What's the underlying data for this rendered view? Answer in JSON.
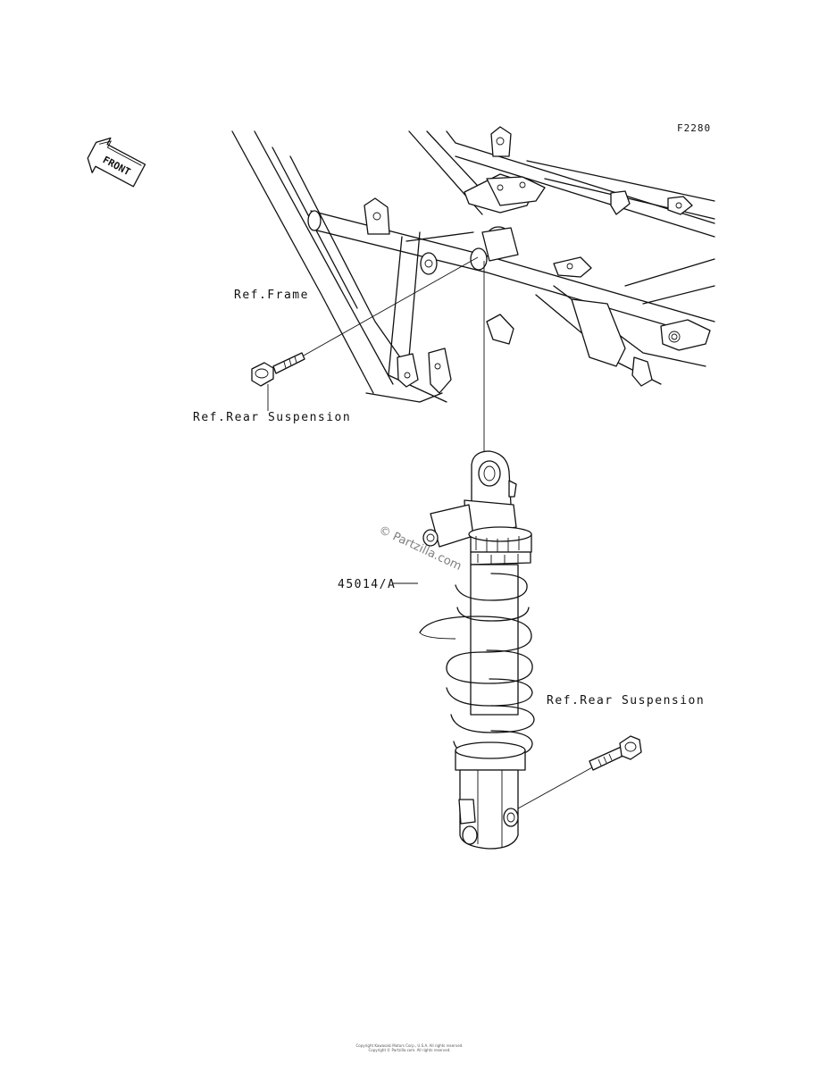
{
  "diagram": {
    "code": "F2280",
    "front_label": "FRONT",
    "labels": {
      "ref_frame": "Ref.Frame",
      "ref_rear_suspension_top": "Ref.Rear Suspension",
      "part_number": "45014/A",
      "ref_rear_suspension_bottom": "Ref.Rear Suspension"
    },
    "watermark": "© Partzilla.com",
    "copyright_lines": [
      "Copyright Kawasaki Motors Corp., U.S.A. All rights reserved.",
      "Copyright © Partzilla.com. All rights reserved."
    ]
  }
}
